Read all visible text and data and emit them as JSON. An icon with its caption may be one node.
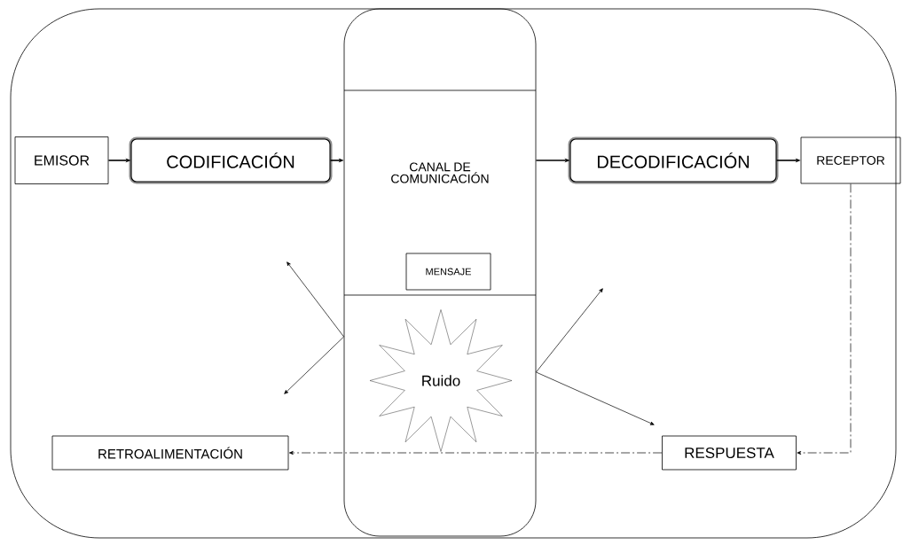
{
  "diagram": {
    "nodes": [
      {
        "text": [
          "EMISOR"
        ]
      },
      {
        "text": [
          "CODIFICACIÓN"
        ]
      },
      {
        "text": [
          "CANAL DE COMUNICACIÓN"
        ]
      },
      {
        "text": [
          "MENSAJE"
        ],
        "in": 2
      },
      {
        "text": [
          "DECODIFICACIÓN"
        ]
      },
      {
        "text": [
          "RECEPTOR"
        ]
      },
      {
        "text": [
          "Ruido"
        ],
        "in": 2
      },
      {
        "text": [
          "RETROALIMENTACIÓN"
        ]
      },
      {
        "text": [
          "RESPUESTA"
        ]
      }
    ],
    "edges": [
      {
        "from": 0,
        "to": 1,
        "arrow": "to"
      },
      {
        "from": 1,
        "to": 2,
        "arrow": "to"
      },
      {
        "from": 2,
        "to": 4,
        "arrow": "to"
      },
      {
        "from": 4,
        "to": 5,
        "arrow": "to"
      },
      {
        "from": 5,
        "to": 8,
        "arrow": "to",
        "style": "dashed"
      },
      {
        "from": 8,
        "to": 7,
        "arrow": "to",
        "style": "dashed"
      },
      {
        "from": 2,
        "to": null,
        "arrow": "to"
      },
      {
        "from": 2,
        "to": null,
        "arrow": "to"
      },
      {
        "from": 2,
        "to": null,
        "arrow": "to"
      },
      {
        "from": 2,
        "to": 8,
        "arrow": "to"
      }
    ]
  }
}
